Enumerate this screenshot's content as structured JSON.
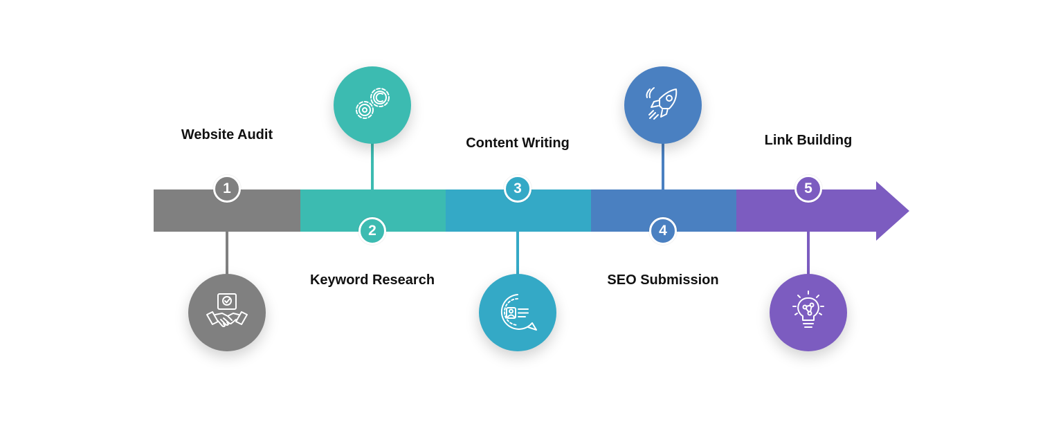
{
  "colors": {
    "step1": "#808080",
    "step2": "#3cbbb1",
    "step3": "#34a9c6",
    "step4": "#4a80c1",
    "step5": "#7c5cc0"
  },
  "steps": [
    {
      "number": "1",
      "label": "Website Audit",
      "icon": "handshake-icon"
    },
    {
      "number": "2",
      "label": "Keyword Research",
      "icon": "gears-icon"
    },
    {
      "number": "3",
      "label": "Content Writing",
      "icon": "profile-chat-icon"
    },
    {
      "number": "4",
      "label": "SEO Submission",
      "icon": "rocket-icon"
    },
    {
      "number": "5",
      "label": "Link Building",
      "icon": "lightbulb-network-icon"
    }
  ]
}
